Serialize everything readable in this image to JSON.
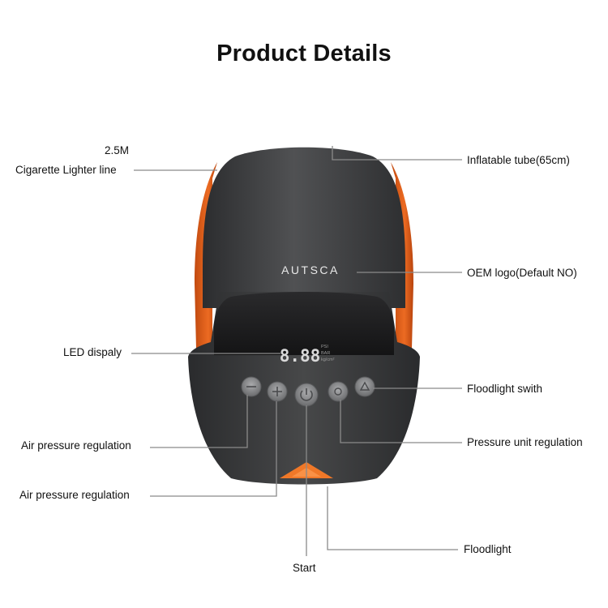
{
  "title": "Product Details",
  "brand_logo": "AUTSCA",
  "display": {
    "digits": "8.88",
    "units": [
      "PSI",
      "BAR",
      "kg/cm²"
    ]
  },
  "labels": {
    "cig_length": "2.5M",
    "cig_line": "Cigarette Lighter line",
    "inflatable_tube": "Inflatable tube(65cm)",
    "oem_logo": "OEM logo(Default NO)",
    "led_display": "LED dispaly",
    "floodlight_switch": "Floodlight swith",
    "air_pressure_1": "Air pressure regulation",
    "pressure_unit": "Pressure unit regulation",
    "air_pressure_2": "Air pressure regulation",
    "floodlight": "Floodlight",
    "start": "Start"
  },
  "colors": {
    "body_dark": "#3c3d3f",
    "body_side": "#e8641e",
    "leader_line": "#8a8a8a",
    "led_digits": "#d8d8d8",
    "floodlight_lens": "#f07828"
  },
  "icons": [
    "minus-icon",
    "plus-icon",
    "power-icon",
    "unit-icon",
    "floodlight-icon"
  ]
}
